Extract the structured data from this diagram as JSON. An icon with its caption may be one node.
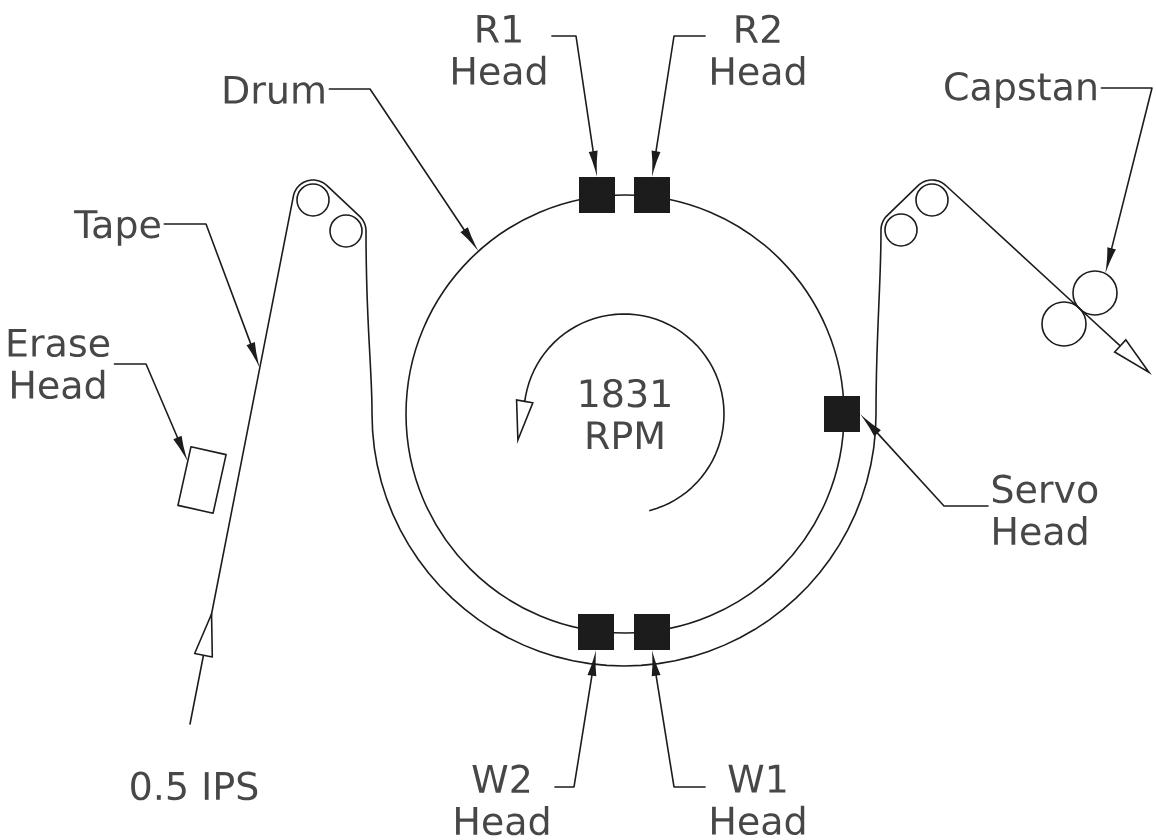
{
  "diagram": {
    "nodes": [
      {
        "text": [
          "R1 Head"
        ]
      },
      {
        "text": [
          "R2 Head"
        ]
      },
      {
        "text": [
          "Drum"
        ]
      },
      {
        "text": [
          "Capstan"
        ]
      },
      {
        "text": [
          "Tape"
        ]
      },
      {
        "text": [
          "Erase Head"
        ]
      },
      {
        "text": [
          "1831 RPM"
        ]
      },
      {
        "text": [
          "Servo Head"
        ]
      },
      {
        "text": [
          "W2 Head"
        ]
      },
      {
        "text": [
          "W1 Head"
        ]
      },
      {
        "text": [],
        "shape": "box"
      },
      {
        "text": [],
        "shape": "box"
      },
      {
        "text": [],
        "shape": "box"
      },
      {
        "text": [],
        "shape": "box"
      },
      {
        "text": [],
        "shape": "box"
      },
      {
        "text": [],
        "shape": "box"
      },
      {
        "text": [],
        "shape": "circle"
      },
      {
        "text": [],
        "shape": "circle"
      }
    ],
    "edges": [
      {
        "from": 0,
        "to": 10,
        "arrow": "to"
      },
      {
        "from": 1,
        "to": 11,
        "arrow": "to"
      },
      {
        "from": 2,
        "to": 6,
        "arrow": "to"
      },
      {
        "from": 3,
        "to": 16,
        "arrow": "to"
      },
      {
        "from": 4,
        "to": null,
        "arrow": "to"
      },
      {
        "from": 5,
        "to": 13,
        "arrow": "to"
      },
      {
        "from": 7,
        "to": 12,
        "arrow": "to"
      },
      {
        "from": 8,
        "to": 14,
        "arrow": "to"
      },
      {
        "from": 9,
        "to": 15,
        "arrow": "to"
      }
    ],
    "labels": [
      "0.5 IPS"
    ]
  }
}
